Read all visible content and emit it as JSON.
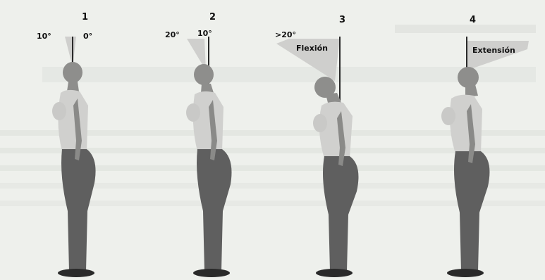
{
  "figures": [
    {
      "number": "1",
      "angles": [
        "10°",
        "0°"
      ],
      "movement": ""
    },
    {
      "number": "2",
      "angles": [
        "20°",
        "10°"
      ],
      "movement": ""
    },
    {
      "number": "3",
      "angles": [
        ">20°"
      ],
      "movement": "Flexión"
    },
    {
      "number": "4",
      "angles": [],
      "movement": "Extensión"
    }
  ],
  "colors": {
    "cone": "#c8c8c6",
    "pole": "#2a2a2a",
    "body_shirt": "#d0d0ce",
    "body_pants": "#5f5f5f",
    "skin": "#8e8e8c"
  }
}
